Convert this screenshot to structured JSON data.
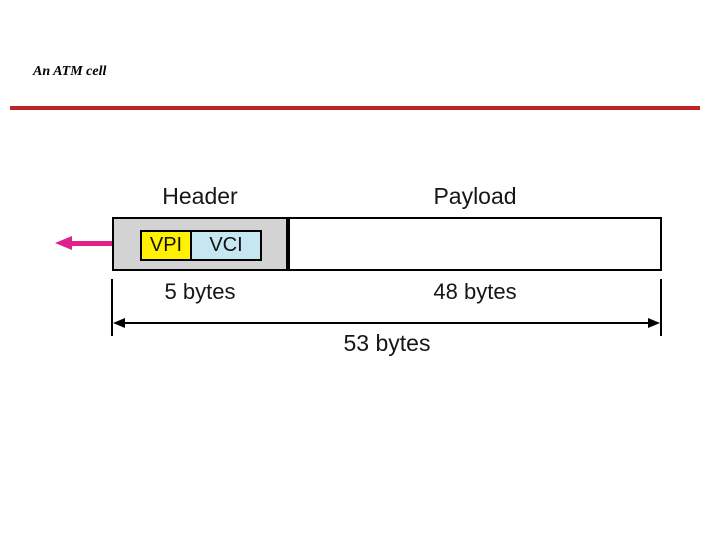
{
  "slide": {
    "title": "An ATM cell",
    "accent_rule_color": "#be2526",
    "background_color": "#ffffff"
  },
  "diagram": {
    "header": {
      "label": "Header",
      "size_label": "5 bytes",
      "fill_color": "#d3d3d3",
      "fields": {
        "vpi": {
          "label": "VPI",
          "fill_color": "#fff100"
        },
        "vci": {
          "label": "VCI",
          "fill_color": "#c6e6f2"
        }
      }
    },
    "payload": {
      "label": "Payload",
      "size_label": "48 bytes",
      "fill_color": "#ffffff"
    },
    "total": {
      "size_label": "53 bytes"
    },
    "transmit_arrow": {
      "direction": "left",
      "color": "#e0218a"
    },
    "outline_color": "#000000"
  }
}
